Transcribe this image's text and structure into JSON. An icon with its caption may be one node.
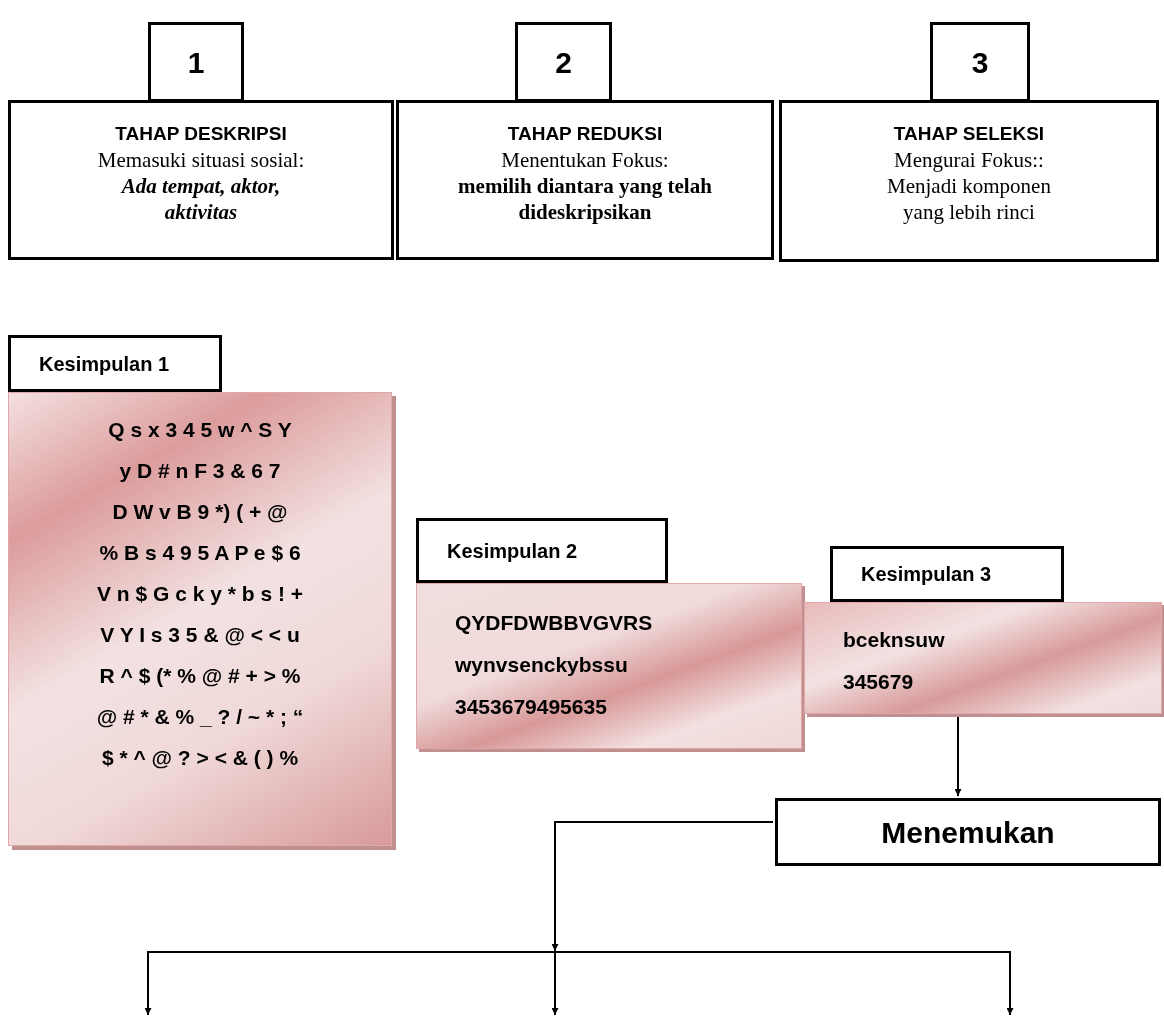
{
  "diagram": {
    "nodes": [
      {
        "text": [
          "1"
        ]
      },
      {
        "text": [
          "2"
        ]
      },
      {
        "text": [
          "3"
        ]
      },
      {
        "text": [
          "TAHAP DESKRIPSI",
          "Memasuki situasi sosial:",
          "Ada tempat, aktor, aktivitas"
        ]
      },
      {
        "text": [
          "TAHAP REDUKSI",
          "Menentukan Fokus:",
          "memilih diantara yang telah dideskripsikan"
        ]
      },
      {
        "text": [
          "TAHAP SELEKSI",
          "Mengurai Fokus::",
          "Menjadi komponen yang lebih rinci"
        ]
      },
      {
        "text": [
          "Kesimpulan 1"
        ]
      },
      {
        "text": [
          "Q s x 3 4 5 w ^ S Y",
          "y D # n F 3 & 6 7",
          "D W v B 9 *) ( + @",
          "% B s 4 9 5 A P e $ 6",
          "V n $ G c k y * b s ! +",
          "V Y I s 3 5 & @ < < u",
          "R ^ $ (* % @ # + > %",
          "@ # * & % _ ? / ~ * ; “",
          "$ * ^ @ ? > < & ( ) %"
        ]
      },
      {
        "text": [
          "Kesimpulan 2"
        ]
      },
      {
        "text": [
          "QYDFDWBBVGVRS",
          "wynvsenckybssu",
          "3453679495635"
        ]
      },
      {
        "text": [
          "Kesimpulan 3"
        ]
      },
      {
        "text": [
          "bceknsuw",
          "345679"
        ]
      },
      {
        "text": [
          "Menemukan"
        ]
      }
    ],
    "edges": [
      {
        "from": 11,
        "to": 12,
        "arrow": "to"
      },
      {
        "from": 12,
        "to": null,
        "arrow": "to"
      },
      {
        "from": 12,
        "to": null,
        "arrow": "to"
      },
      {
        "from": 12,
        "to": null,
        "arrow": "to"
      }
    ]
  }
}
